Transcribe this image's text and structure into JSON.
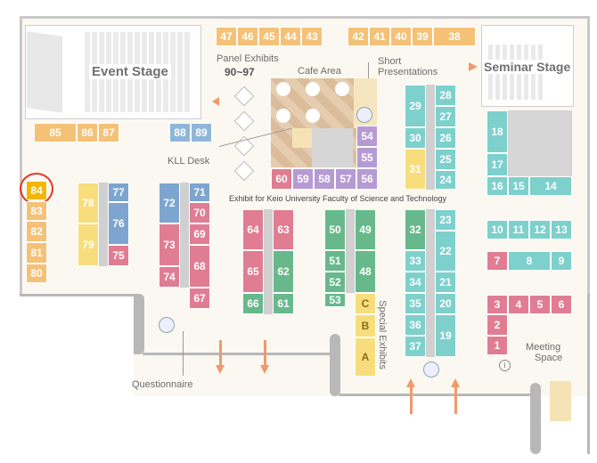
{
  "stages": {
    "event": "Event Stage",
    "seminar": "Seminar Stage"
  },
  "labels": {
    "panel_exhibits": "Panel Exhibits",
    "panel_range": "90~97",
    "cafe_area": "Cafe Area",
    "short_presentations_1": "Short",
    "short_presentations_2": "Presentations",
    "kll_desk": "KLL Desk",
    "exhibit_keio": "Exhibit for Keio University Faculty of Science and Technology",
    "special_exhibits": "Special Exhibits",
    "questionnaire": "Questionnaire",
    "meeting_1": "Meeting",
    "meeting_2": "Space"
  },
  "booths": {
    "b47": "47",
    "b46": "46",
    "b45": "45",
    "b44": "44",
    "b43": "43",
    "b42": "42",
    "b41": "41",
    "b40": "40",
    "b39": "39",
    "b38": "38",
    "b85": "85",
    "b86": "86",
    "b87": "87",
    "b88": "88",
    "b89": "89",
    "b84": "84",
    "b83": "83",
    "b82": "82",
    "b81": "81",
    "b80": "80",
    "b78": "78",
    "b79": "79",
    "b77": "77",
    "b76": "76",
    "b75": "75",
    "b72": "72",
    "b73": "73",
    "b74": "74",
    "b71": "71",
    "b70": "70",
    "b69": "69",
    "b68": "68",
    "b67": "67",
    "b64": "64",
    "b65": "65",
    "b66": "66",
    "b63": "63",
    "b62": "62",
    "b61": "61",
    "b60": "60",
    "b59": "59",
    "b58": "58",
    "b57": "57",
    "b56": "56",
    "b55": "55",
    "b54": "54",
    "b50": "50",
    "b51": "51",
    "b52": "52",
    "b53": "53",
    "b49": "49",
    "b48": "48",
    "bC": "C",
    "bB": "B",
    "bA": "A",
    "b29": "29",
    "b30": "30",
    "b31": "31",
    "b28": "28",
    "b27": "27",
    "b26": "26",
    "b25": "25",
    "b24": "24",
    "b32": "32",
    "b33": "33",
    "b34": "34",
    "b35": "35",
    "b36": "36",
    "b37": "37",
    "b23": "23",
    "b22": "22",
    "b21": "21",
    "b20": "20",
    "b19": "19",
    "b18": "18",
    "b17": "17",
    "b16": "16",
    "b15": "15",
    "b14": "14",
    "b10": "10",
    "b11": "11",
    "b12": "12",
    "b13": "13",
    "b7": "7",
    "b8": "8",
    "b9": "9",
    "b3": "3",
    "b4": "4",
    "b5": "5",
    "b6": "6",
    "b2": "2",
    "b1": "1"
  },
  "highlight": {
    "booth": "84",
    "color": "#e2352b"
  },
  "colors": {
    "orange": "#f5c177",
    "blue": "#7da5cf",
    "pink": "#e07d93",
    "green": "#67b98b",
    "teal": "#7dd0cc",
    "purple": "#b69bd3",
    "yellow": "#f7dd7c",
    "arrow": "#ef9a6a"
  }
}
